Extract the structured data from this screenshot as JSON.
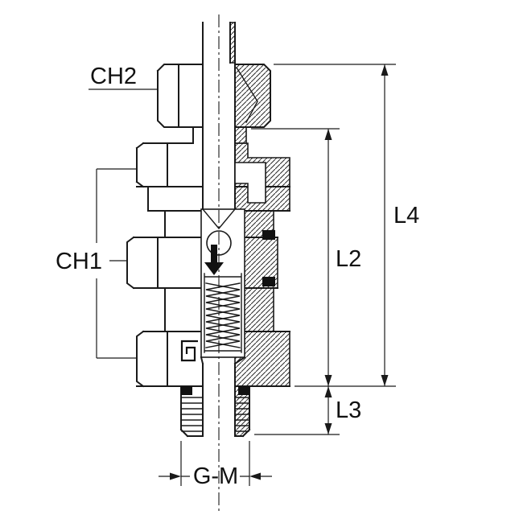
{
  "page": {
    "background": "#ffffff",
    "line_color": "#1a1a1a",
    "kind": "technical cross-section drawing of a check-valve pipe fitting"
  },
  "labels": {
    "ch2": "CH2",
    "ch1": "CH1",
    "l4": "L4",
    "l2": "L2",
    "l3": "L3",
    "gm": "G-M"
  },
  "icons": {
    "flow_arrow": "down-arrow"
  }
}
